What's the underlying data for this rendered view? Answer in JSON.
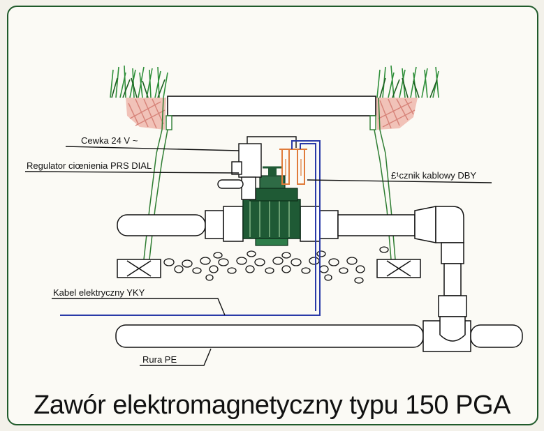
{
  "labels": {
    "coil": "Cewka 24 V ~",
    "regulator": "Regulator ciœnienia PRS DIAL",
    "connector": "£¹cznik kablowy DBY",
    "cable": "Kabel elektryczny YKY",
    "pipe": "Rura PE"
  },
  "caption": "Zawór elektromagnetyczny typu 150 PGA",
  "colors": {
    "frame": "#1f5a2a",
    "wall": "#2e7d32",
    "grass": "#2f8f3a",
    "soil": "#d7847a",
    "valve": "#1f5a35",
    "cable": "#2a3aa8",
    "connector": "#e07b3a"
  }
}
